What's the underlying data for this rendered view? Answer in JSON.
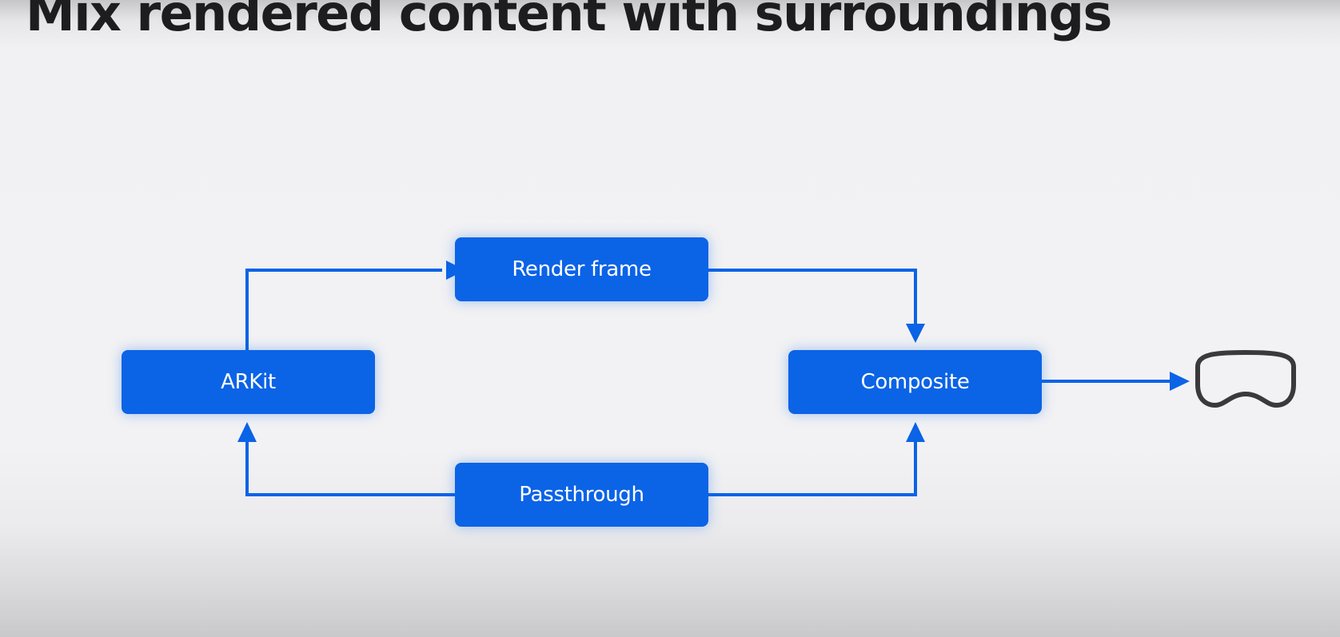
{
  "slide": {
    "title": "Mix rendered content with surroundings"
  },
  "diagram": {
    "nodes": {
      "arkit": "ARKit",
      "render_frame": "Render frame",
      "composite": "Composite",
      "passthrough": "Passthrough"
    },
    "output_icon": "headset-icon",
    "colors": {
      "node_fill": "#0b63e6",
      "arrow": "#0b63e6",
      "title": "#1d1d1f",
      "icon_stroke": "#3a3a3c"
    }
  }
}
